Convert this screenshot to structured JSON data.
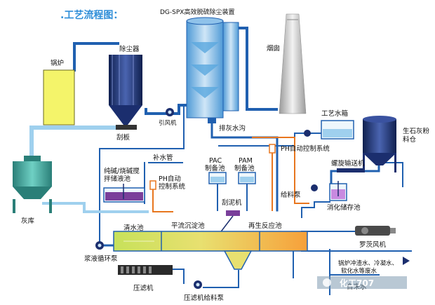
{
  "title": ".工艺流程图：",
  "labels": {
    "device_name": "DG-SPX高效脱硫除尘装置",
    "boiler": "锅炉",
    "dust_collector": "除尘器",
    "chimney": "烟囱",
    "induced_fan": "引风机",
    "scraper": "刮板",
    "ash_storage": "灰库",
    "ash_trench": "排灰水沟",
    "process_tank": "工艺水箱",
    "lime_silo": "生石灰粉料仓",
    "ph_control_top": "PH自动控制系统",
    "makeup_water": "补水管",
    "alkali_tank": "纯碱/烧碱搅拌储液池",
    "ph_control_left": "PH自动控制系统",
    "pac": "PAC制备池",
    "pam": "PAM制备池",
    "screw_conveyor": "螺旋输送机",
    "feed_pump": "给料泵",
    "slaking_tank": "消化储存池",
    "scraper_machine": "刮泥机",
    "clear_pool": "清水池",
    "settling_pool": "平流沉淀池",
    "regen_pool": "再生反应池",
    "slurry_pump": "浆液循环泵",
    "roots_blower": "罗茨风机",
    "boiler_water": "锅炉冲渣水、冷凝水、软化水等废水",
    "filter_press": "压滤机",
    "press_pump": "压滤机给料泵",
    "tap_water": "自来水",
    "watermark": "化工707"
  },
  "colors": {
    "pipe_blue": "#2060b0",
    "pipe_orange": "#e8761e",
    "pipe_light": "#9fd0ee",
    "boiler_yellow": "#f4f46a",
    "vessel_dark": "#1b2e6e",
    "teal": "#3aa39a",
    "water_green": "#c7e15a",
    "water_orange": "#f7b04a",
    "title_blue": "#2f8ed8"
  }
}
